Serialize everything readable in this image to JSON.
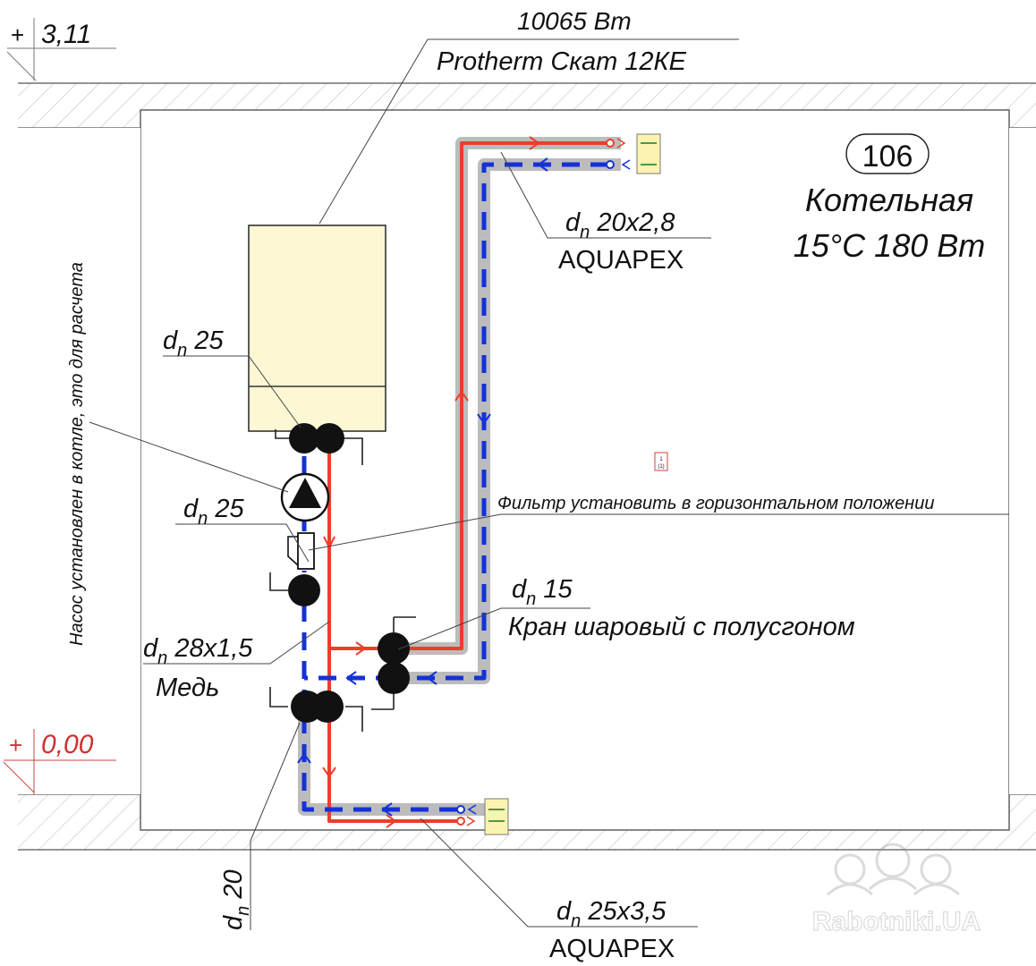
{
  "elevations": {
    "top": "3,11",
    "bottom": "0,00",
    "sign": "+"
  },
  "boiler": {
    "power": "10065 Вт",
    "model": "Protherm Скат 12КЕ"
  },
  "room": {
    "number": "106",
    "name": "Котельная",
    "temp_load": "15°С 180 Вт"
  },
  "labels": {
    "dn_sub": "n",
    "d": "d",
    "top_pipe_size": " 20х2,8",
    "top_pipe_material": "AQUAPEX",
    "boiler_outlet": " 25",
    "pump_note": "Насос установлен в котле, это для расчета",
    "filter_size": " 25",
    "filter_note": "Фильтр установить в горизонтальном положении",
    "valve_size": " 15",
    "valve_name": "Кран шаровый с полусгоном",
    "copper_size": " 28х1,5",
    "copper_material": "Медь",
    "riser_size": " 20",
    "bottom_pipe_size": " 25х3,5",
    "bottom_pipe_material": "AQUAPEX",
    "sheet_ref_top": "1",
    "sheet_ref_bottom": "(1)",
    "watermark": "Rabotniki.UA"
  },
  "colors": {
    "supply": "#e8402a",
    "return": "#1432d8",
    "insulation": "#b8b8b8",
    "boiler_fill": "#fdf8d4",
    "hatch": "#bdbdbd"
  }
}
